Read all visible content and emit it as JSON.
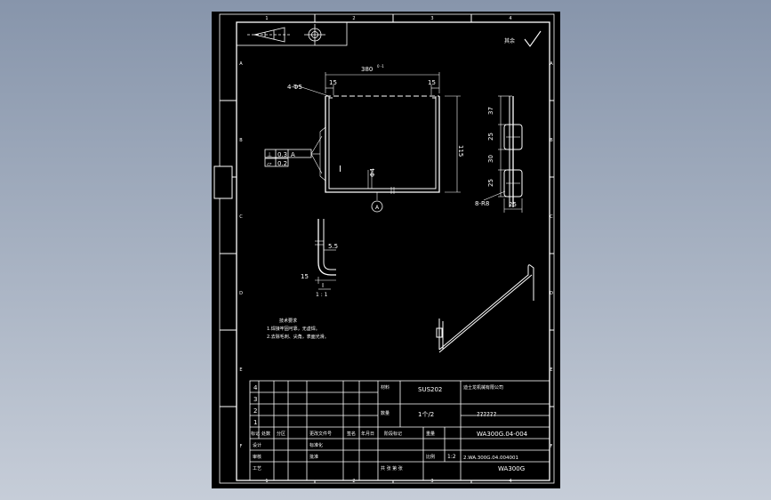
{
  "colors": {
    "background": "#98a4b6",
    "sheet": "#000000",
    "lines": "#ffffff"
  },
  "border_zones": {
    "columns": [
      "1",
      "2",
      "3",
      "4"
    ],
    "rows": [
      "A",
      "B",
      "C",
      "D",
      "E",
      "F"
    ]
  },
  "top_left_box": {
    "icons": [
      "projection-cone-icon",
      "crosshair-target-icon"
    ]
  },
  "roughness": {
    "label": "其余",
    "icon": "checkmark-roughness-icon"
  },
  "front_view": {
    "hole_callout": "4-Φ5",
    "width": "380",
    "width_tol": "0 -1",
    "hole_offset_left": "15",
    "hole_offset_right": "15",
    "height": "115",
    "tol_perp": "⊥",
    "tol_perp_val": "0.3",
    "tol_perp_ref": "A",
    "tol_flat": "⏥",
    "tol_flat_val": "0.2",
    "section_mark": "I",
    "wire_dia": "Φ4",
    "datum": "A"
  },
  "side_view": {
    "dim_top": "37",
    "dim_mid1": "25",
    "dim_mid2": "30",
    "dim_bot": "25",
    "callout": "8-R8",
    "width": "25"
  },
  "detail_view": {
    "dim_a": "5.5",
    "dim_b": "15",
    "label": "I",
    "scale": "1 : 1"
  },
  "notes": {
    "title": "技术要求",
    "lines": [
      "1.焊接牢固可靠，无虚焊。",
      "2.去除毛刺、尖角，表面光滑。"
    ]
  },
  "title_block": {
    "rev_numbers": [
      "4",
      "3",
      "2",
      "1"
    ],
    "material_label": "材料",
    "material": "SUS202",
    "company": "迪士龙机械有限公司",
    "qty_label": "数量",
    "qty": "1个/2",
    "part_name": "??????",
    "header_cells": [
      "标记",
      "处数",
      "分区",
      "更改文件号",
      "签名",
      "年月日"
    ],
    "design_label": "设计",
    "check_label": "审核",
    "craft_label": "工艺",
    "std_label": "标准化",
    "approve_label": "批准",
    "stage_label": "阶段标记",
    "weight_label": "重量",
    "scale_label": "比例",
    "scale": "1:2",
    "sheet_label": "共 张 第 张",
    "drawing_no": "WA300G.04-004",
    "assembly_no": "2.WA.300G.04.004001",
    "model": "WA300G"
  }
}
